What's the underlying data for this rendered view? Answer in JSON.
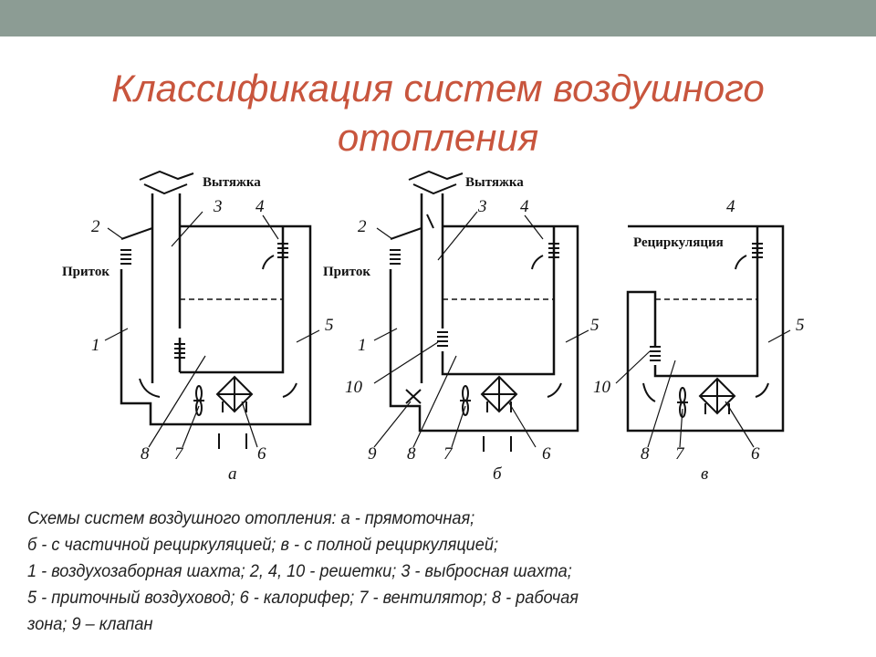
{
  "title": {
    "line1": "Классификация систем воздушного",
    "line2": "отопления"
  },
  "diagram": {
    "exhaust": "Вытяжка",
    "intake": "Приток",
    "recirculation": "Рециркуляция",
    "a": {
      "letter": "а",
      "labels": [
        "1",
        "2",
        "3",
        "4",
        "5",
        "6",
        "7",
        "8"
      ]
    },
    "b": {
      "letter": "б",
      "labels": [
        "1",
        "2",
        "3",
        "4",
        "5",
        "6",
        "7",
        "8",
        "9",
        "10"
      ]
    },
    "c": {
      "letter": "в",
      "labels": [
        "4",
        "5",
        "6",
        "7",
        "8",
        "10"
      ]
    }
  },
  "caption": [
    "Схемы систем воздушного отопления: а - прямоточная;",
    "б - с частичной рециркуляцией; в - с полной рециркуляцией;",
    "1 - воздухозаборная шахта; 2, 4, 10 - решетки; 3 - выбросная шахта;",
    "5 - приточный воздуховод; 6 - калорифер; 7 - вентилятор; 8 - рабочая",
    "зона; 9 – клапан"
  ]
}
